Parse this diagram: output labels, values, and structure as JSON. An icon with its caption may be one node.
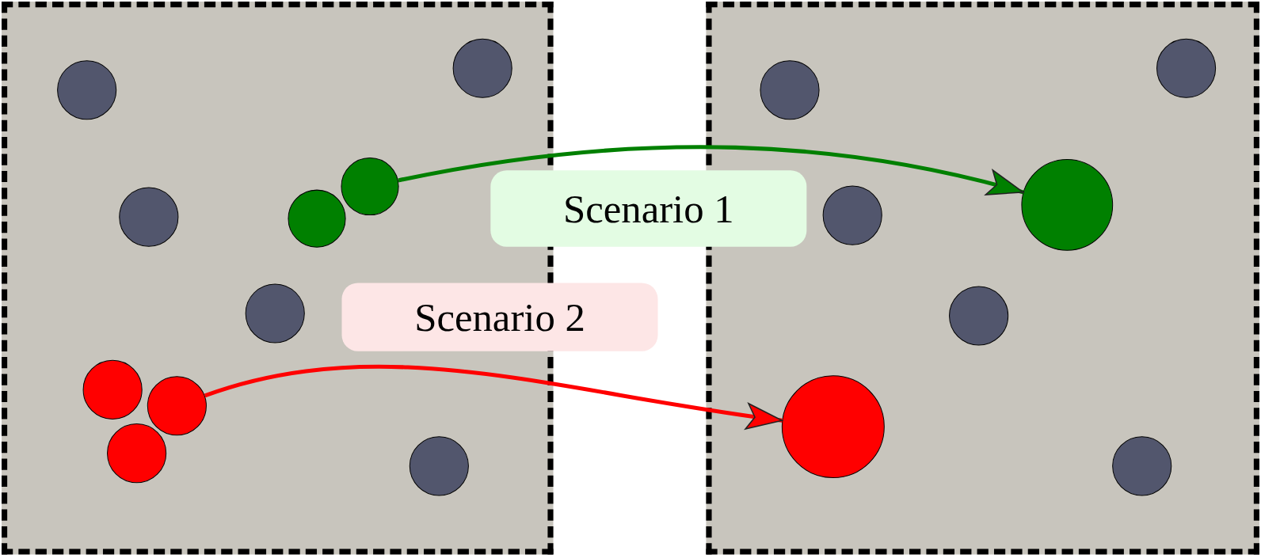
{
  "diagram": {
    "nodes": [
      {
        "text": [],
        "shape": "box"
      },
      {
        "text": [],
        "shape": "circle",
        "in": 0
      },
      {
        "text": [],
        "shape": "circle",
        "in": 0
      },
      {
        "text": [],
        "shape": "circle",
        "in": 0
      },
      {
        "text": [],
        "shape": "circle",
        "in": 0
      },
      {
        "text": [],
        "shape": "circle",
        "in": 0
      },
      {
        "text": [],
        "shape": "circle",
        "in": 0
      },
      {
        "text": [],
        "shape": "circle",
        "in": 0
      },
      {
        "text": [],
        "shape": "circle",
        "in": 0
      },
      {
        "text": [],
        "shape": "circle",
        "in": 0
      },
      {
        "text": [],
        "shape": "circle",
        "in": 0
      },
      {
        "text": [],
        "shape": "box"
      },
      {
        "text": [],
        "shape": "circle",
        "in": 11
      },
      {
        "text": [],
        "shape": "circle",
        "in": 11
      },
      {
        "text": [],
        "shape": "circle",
        "in": 11
      },
      {
        "text": [],
        "shape": "circle",
        "in": 11
      },
      {
        "text": [],
        "shape": "circle",
        "in": 11
      },
      {
        "text": [],
        "shape": "circle",
        "in": 11
      },
      {
        "text": [],
        "shape": "circle",
        "in": 11
      },
      {
        "text": [
          "Scenario 1"
        ]
      },
      {
        "text": [
          "Scenario 2"
        ]
      }
    ],
    "edges": [
      {
        "from": 3,
        "to": 14,
        "arrow": "to",
        "color": "#008000"
      },
      {
        "from": 8,
        "to": 17,
        "arrow": "to",
        "color": "#ff0000"
      }
    ]
  }
}
